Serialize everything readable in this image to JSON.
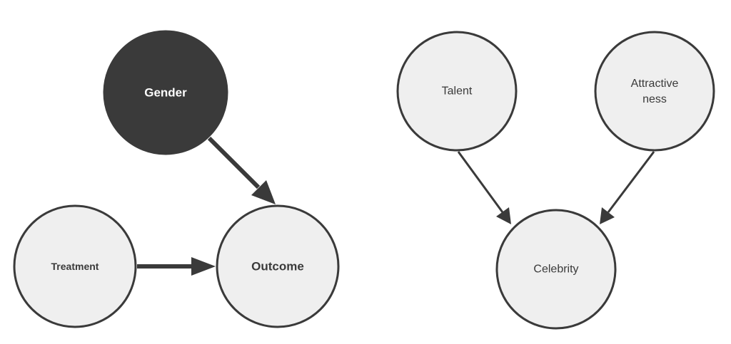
{
  "colors": {
    "node_fill": "#efefef",
    "node_stroke": "#3a3a3a",
    "dark_node_fill": "#3a3a3a",
    "text_dark": "#3a3a3a",
    "text_light": "#ffffff"
  },
  "diagrams": [
    {
      "nodes": [
        {
          "id": "gender",
          "label": "Gender",
          "style": "dark"
        },
        {
          "id": "treatment",
          "label": "Treatment",
          "style": "light"
        },
        {
          "id": "outcome",
          "label": "Outcome",
          "style": "light"
        }
      ],
      "edges": [
        {
          "from": "gender",
          "to": "outcome"
        },
        {
          "from": "treatment",
          "to": "outcome"
        }
      ]
    },
    {
      "nodes": [
        {
          "id": "talent",
          "label": "Talent",
          "style": "light"
        },
        {
          "id": "attractiveness",
          "label": "Attractive ness",
          "style": "light"
        },
        {
          "id": "celebrity",
          "label": "Celebrity",
          "style": "light"
        }
      ],
      "edges": [
        {
          "from": "talent",
          "to": "celebrity"
        },
        {
          "from": "attractiveness",
          "to": "celebrity"
        }
      ]
    }
  ]
}
